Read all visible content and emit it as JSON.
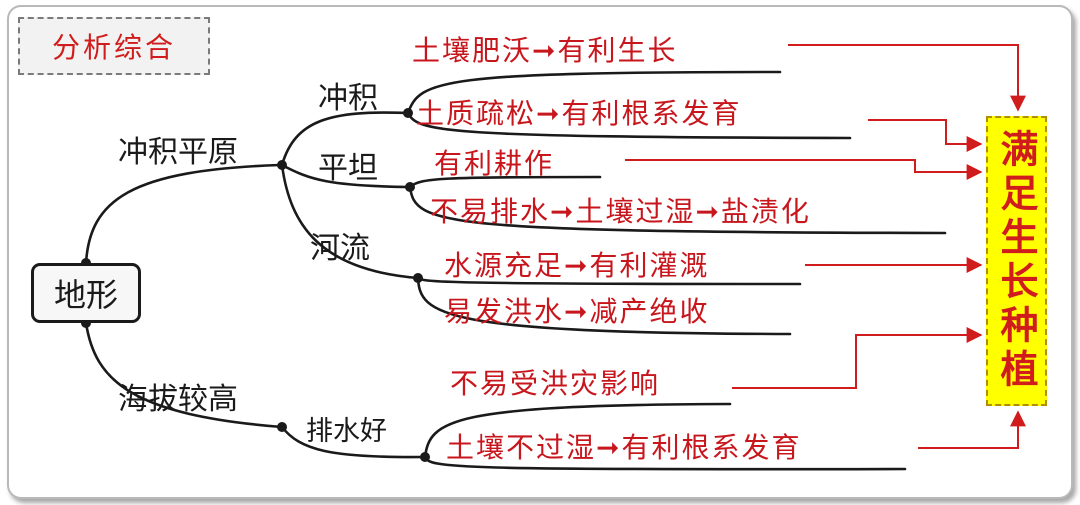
{
  "tag": "分析综合",
  "root": "地形",
  "goal": "满足生长种植",
  "branches": {
    "plain": "冲积平原",
    "high": "海拔较高"
  },
  "sub": {
    "alluvial": "冲积",
    "flat": "平坦",
    "river": "河流",
    "drainage": "排水好"
  },
  "effects": {
    "fertile": "土壤肥沃➞有利生长",
    "loose": "土质疏松➞有利根系发育",
    "farming": "有利耕作",
    "salinize": "不易排水➞土壤过湿➞盐渍化",
    "water": "水源充足➞有利灌溉",
    "flood": "易发洪水➞减产绝收",
    "noflood": "不易受洪灾影响",
    "notwet": "土壤不过湿➞有利根系发育"
  },
  "colors": {
    "accent": "#c8161d",
    "goal_bg": "#ffff00",
    "line": "#1a1a1a"
  }
}
